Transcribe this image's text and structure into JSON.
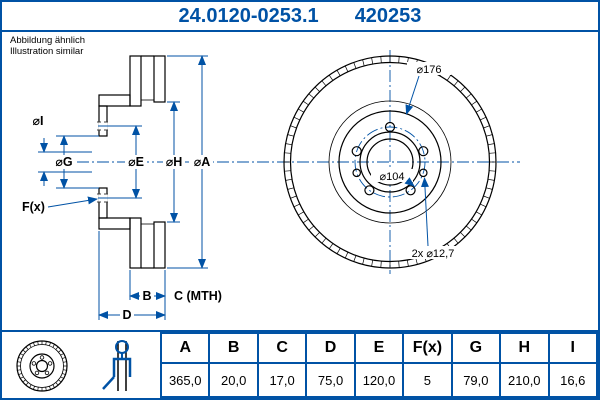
{
  "header": {
    "part_number": "24.0120-0253.1",
    "ref_number": "420253"
  },
  "note": {
    "line1": "Abbildung ähnlich",
    "line2": "Illustration similar"
  },
  "drawing": {
    "section_labels": {
      "dia_i": "⌀I",
      "dia_g": "⌀G",
      "dia_e": "⌀E",
      "dia_h": "⌀H",
      "dia_a": "⌀A",
      "f": "F(x)",
      "b": "B",
      "c": "C (MTH)",
      "d": "D"
    },
    "front_labels": {
      "dia_176": "⌀176",
      "dia_104": "⌀104",
      "pins": "2x ⌀12,7"
    }
  },
  "icons": {
    "disc": "vented-disc-icon",
    "gauge": "disc-thickness-gauge-icon"
  },
  "table": {
    "headers": [
      "A",
      "B",
      "C",
      "D",
      "E",
      "F(x)",
      "G",
      "H",
      "I"
    ],
    "values": [
      "365,0",
      "20,0",
      "17,0",
      "75,0",
      "120,0",
      "5",
      "79,0",
      "210,0",
      "16,6"
    ]
  },
  "colors": {
    "accent": "#0052A5",
    "line": "#000000"
  }
}
